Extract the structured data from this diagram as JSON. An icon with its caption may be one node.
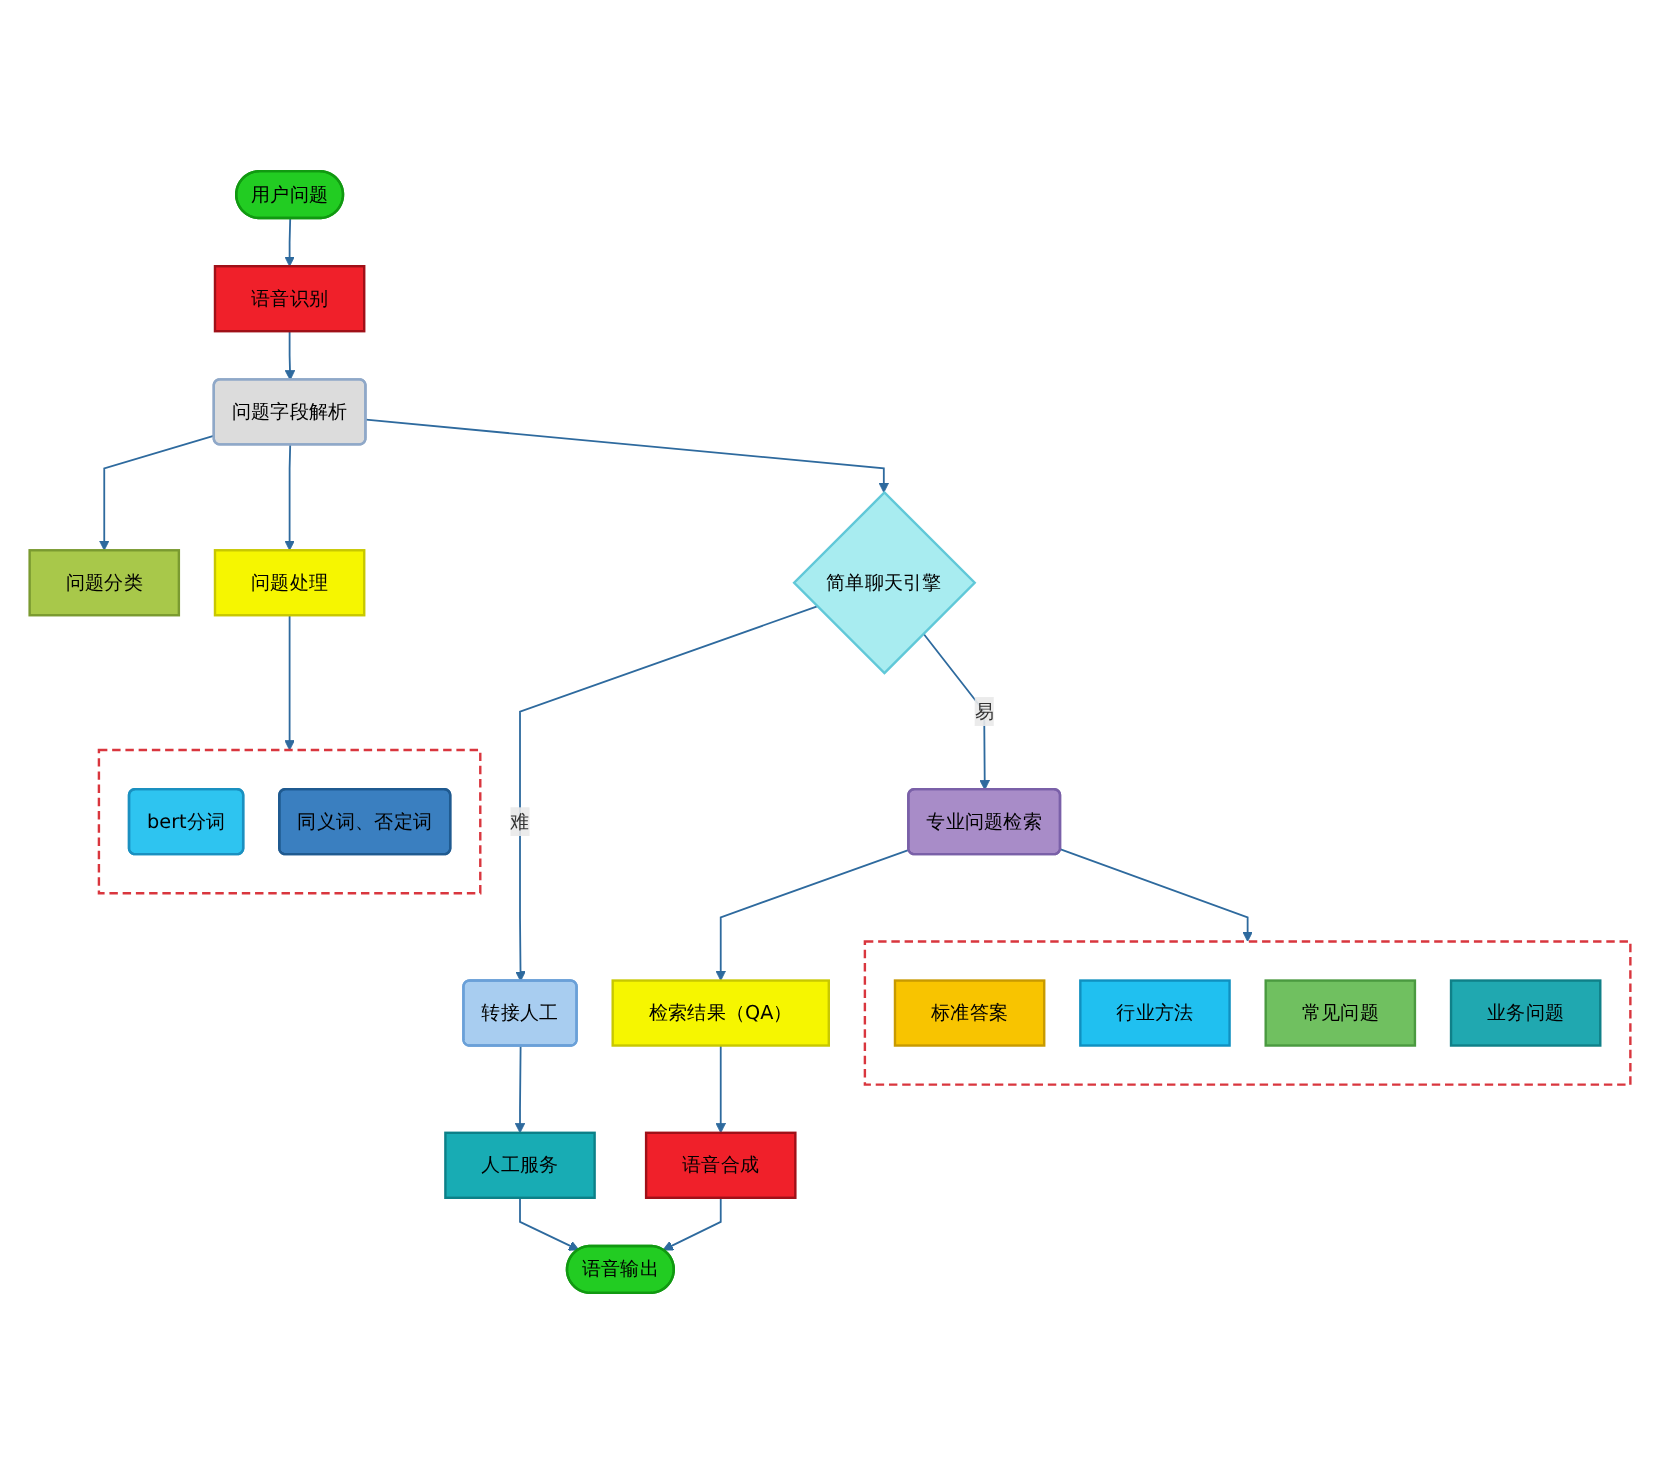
{
  "diagram": {
    "nodes": [
      {
        "text": [
          "用户问题"
        ]
      },
      {
        "text": [
          "语音识别"
        ]
      },
      {
        "text": [
          "问题字段解析"
        ]
      },
      {
        "text": [
          "问题分类"
        ]
      },
      {
        "text": [
          "问题处理"
        ]
      },
      {
        "text": [],
        "shape": "box"
      },
      {
        "text": [
          "bert分词"
        ],
        "in": 5
      },
      {
        "text": [
          "同义词、否定词"
        ],
        "in": 5
      },
      {
        "text": [
          "简单聊天引擎"
        ]
      },
      {
        "text": [
          "转接人工"
        ]
      },
      {
        "text": [
          "专业问题检索"
        ]
      },
      {
        "text": [],
        "shape": "box"
      },
      {
        "text": [
          "标准答案"
        ],
        "in": 11
      },
      {
        "text": [
          "行业方法"
        ],
        "in": 11
      },
      {
        "text": [
          "常见问题"
        ],
        "in": 11
      },
      {
        "text": [
          "业务问题"
        ],
        "in": 11
      },
      {
        "text": [
          "人工服务"
        ]
      },
      {
        "text": [
          "检索结果（QA）"
        ]
      },
      {
        "text": [
          "语音合成"
        ]
      },
      {
        "text": [
          "语音输出"
        ]
      }
    ],
    "edges": [
      {
        "from": 0,
        "to": 1,
        "arrow": "to"
      },
      {
        "from": 1,
        "to": 2,
        "arrow": "to"
      },
      {
        "from": 2,
        "to": 3,
        "arrow": "to"
      },
      {
        "from": 2,
        "to": 4,
        "arrow": "to"
      },
      {
        "from": 4,
        "to": 5,
        "arrow": "to"
      },
      {
        "from": 2,
        "to": 8,
        "arrow": "to"
      },
      {
        "from": 8,
        "to": 9,
        "label": "难",
        "arrow": "to"
      },
      {
        "from": 8,
        "to": 10,
        "label": "易",
        "arrow": "to"
      },
      {
        "from": 10,
        "to": 11,
        "arrow": "to"
      },
      {
        "from": 9,
        "to": 16,
        "arrow": "to"
      },
      {
        "from": 10,
        "to": 17,
        "arrow": "to"
      },
      {
        "from": 17,
        "to": 18,
        "arrow": "to"
      },
      {
        "from": 16,
        "to": 19,
        "arrow": "to"
      },
      {
        "from": 18,
        "to": 19,
        "arrow": "to"
      }
    ]
  }
}
